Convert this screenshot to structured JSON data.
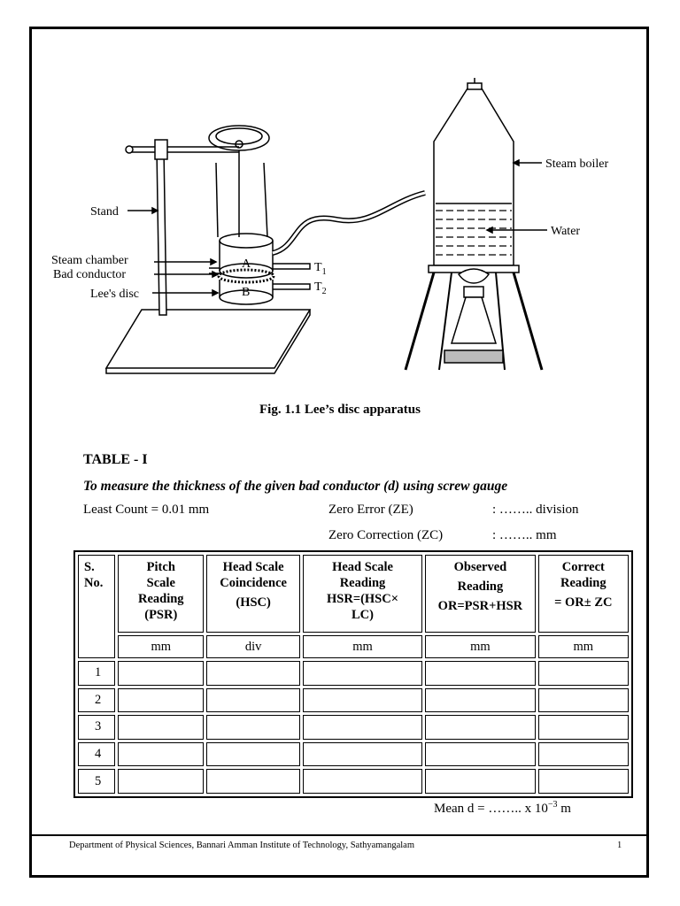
{
  "figure": {
    "caption": "Fig. 1.1 Lee’s disc apparatus",
    "labels": {
      "stand": "Stand",
      "steam_chamber": "Steam chamber",
      "bad_conductor": "Bad conductor",
      "lees_disc": "Lee's disc",
      "steam_boiler": "Steam boiler",
      "water": "Water",
      "a": "A",
      "b": "B",
      "t1": "T",
      "t1_sub": "1",
      "t2": "T",
      "t2_sub": "2"
    }
  },
  "table": {
    "title": "TABLE - I",
    "subtitle": "To measure the thickness of the given bad conductor (d) using screw gauge",
    "least_count": "Least Count = 0.01 mm",
    "zero_error_label": "Zero Error (ZE)",
    "zero_error_value": ": …….. division",
    "zero_correction_label": "Zero Correction (ZC)",
    "zero_correction_value": ": …….. mm",
    "headers": {
      "sno_1": "S.",
      "sno_2": "No.",
      "psr": [
        "Pitch",
        "Scale",
        "Reading",
        "(PSR)"
      ],
      "hsc": [
        "Head Scale",
        "Coincidence",
        "(HSC)"
      ],
      "hsr": [
        "Head Scale",
        "Reading",
        "HSR=(HSC×",
        "LC)"
      ],
      "or": [
        "Observed",
        "Reading",
        "OR=PSR+HSR"
      ],
      "cr": [
        "Correct",
        "Reading",
        "= OR± ZC"
      ]
    },
    "units": [
      "mm",
      "div",
      "mm",
      "mm",
      "mm"
    ],
    "rows": [
      "1",
      "2",
      "3",
      "4",
      "5"
    ],
    "mean_prefix": "Mean d = …….. x 10",
    "mean_exp": "−3",
    "mean_suffix": " m"
  },
  "footer": {
    "text": "Department of Physical Sciences, Bannari Amman Institute of Technology, Sathyamangalam",
    "page": "1"
  }
}
